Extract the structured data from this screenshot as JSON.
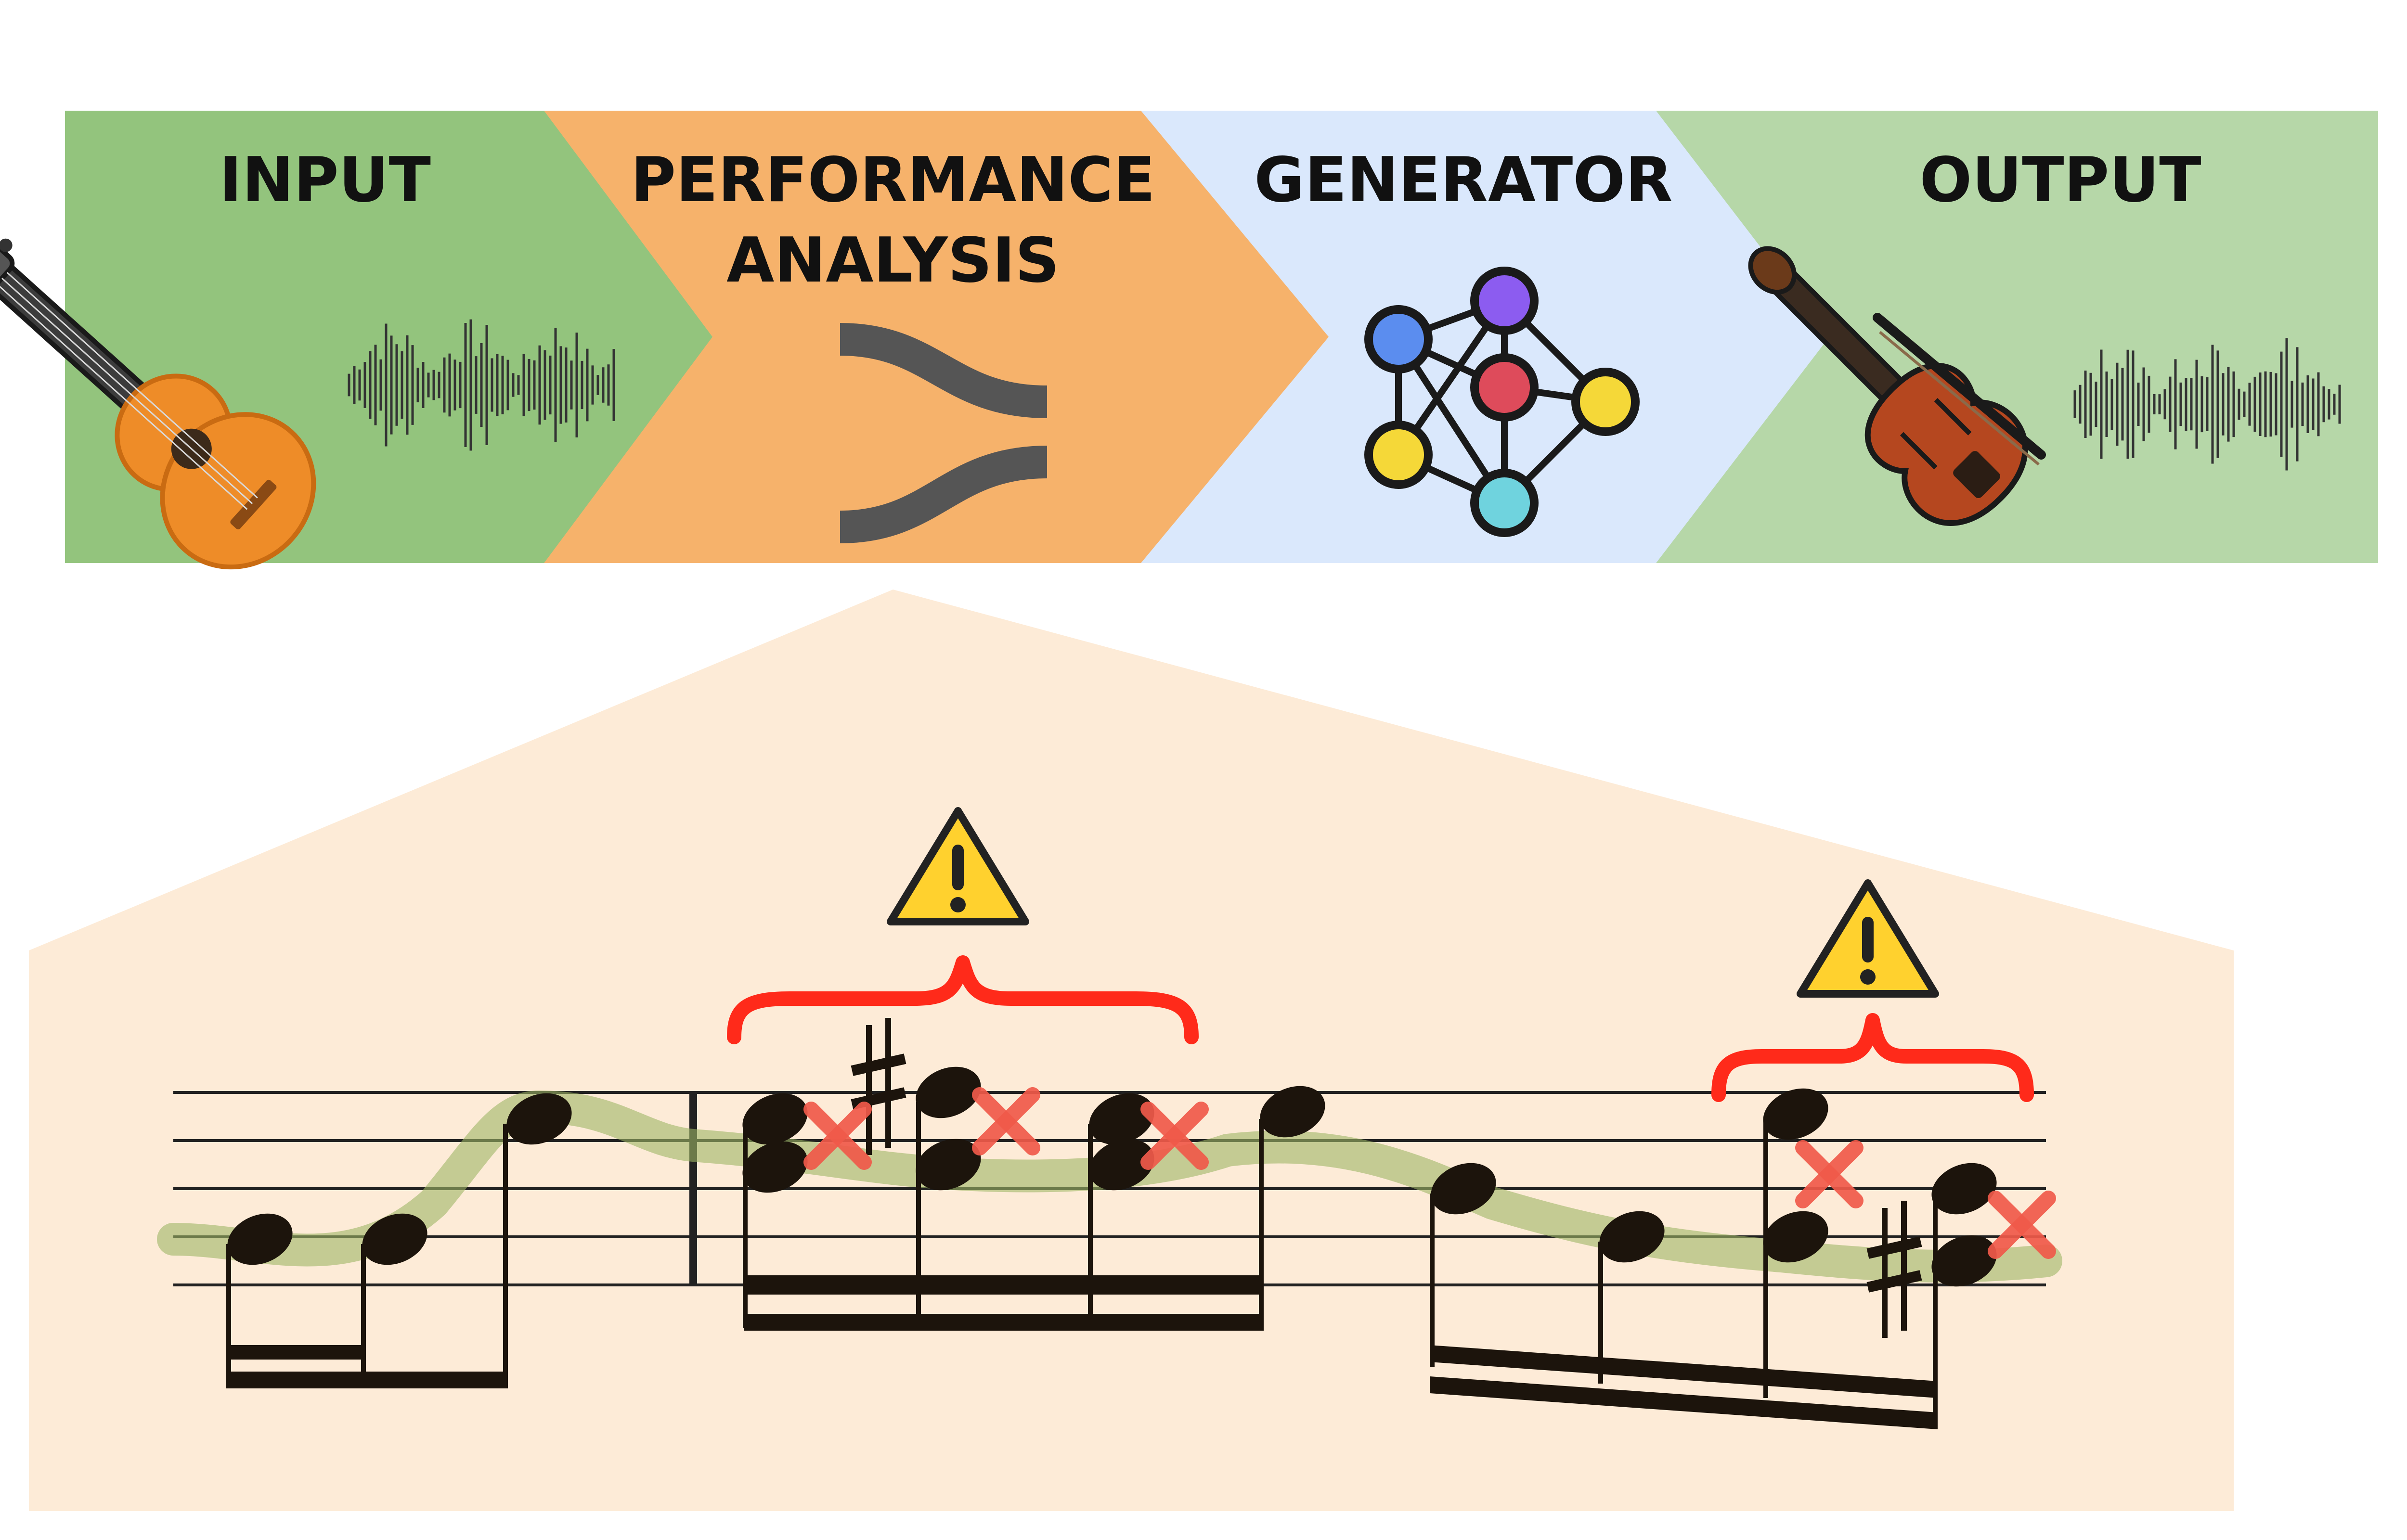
{
  "pipeline": {
    "stages": [
      {
        "lines": [
          "INPUT"
        ],
        "color": "#93c47d"
      },
      {
        "lines": [
          "PERFORMANCE",
          "ANALYSIS"
        ],
        "color": "#f6b26b"
      },
      {
        "lines": [
          "GENERATOR"
        ],
        "color": "#dae8fc"
      },
      {
        "lines": [
          "OUTPUT"
        ],
        "color": "#b6d7a8"
      }
    ]
  },
  "icons": {
    "input": [
      "guitar-icon",
      "waveform-icon"
    ],
    "analysis": "routing-curves-icon",
    "generator": "neural-network-icon",
    "output": [
      "violin-icon",
      "waveform-icon"
    ],
    "annotations": [
      "warning-icon",
      "curly-brace-icon",
      "error-cross-icon"
    ]
  },
  "colors": {
    "detail_background": "#fdebd7",
    "contour": "#9fb566",
    "warning": "#ffd12e",
    "brace": "#ff2a1a",
    "cross": "#f05a4a",
    "notation": "#1c140c"
  }
}
